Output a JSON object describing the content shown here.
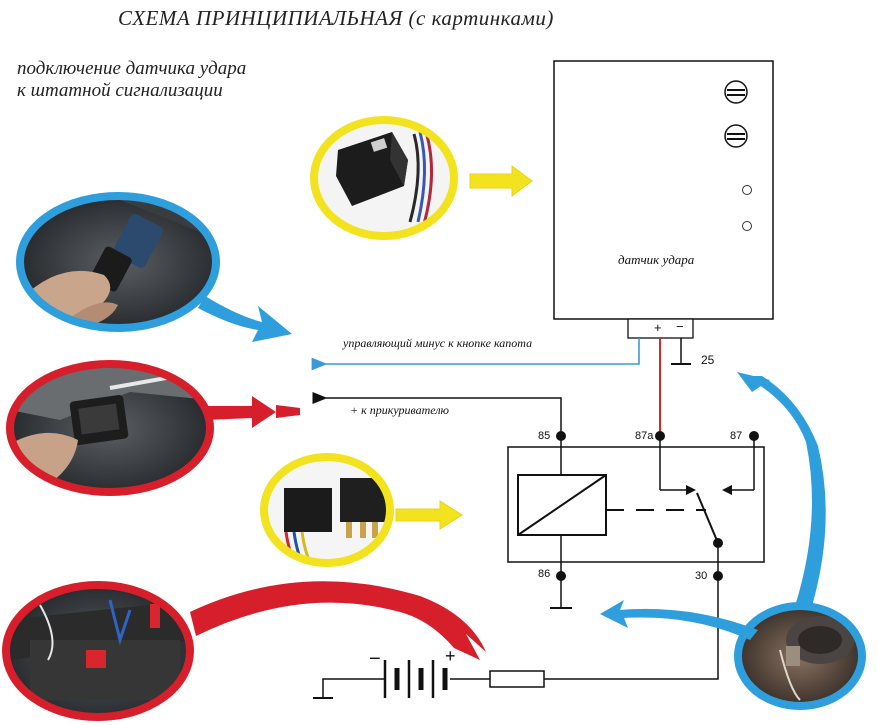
{
  "title": "СХЕМА ПРИНЦИПИАЛЬНАЯ (с картинками)",
  "subtitle": {
    "line1": "подключение датчика удара",
    "line2": "к штатной сигнализации"
  },
  "sensor": {
    "label": "датчик удара",
    "plus": "+",
    "minus": "−"
  },
  "wires": {
    "hood_label": "управляющий минус к кнопке капота",
    "lighter_label": "+ к прикуривателю",
    "ground_number": "25"
  },
  "relay": {
    "pin_85": "85",
    "pin_87a": "87a",
    "pin_87": "87",
    "pin_86": "86",
    "pin_30": "30"
  },
  "battery": {
    "minus": "−",
    "plus": "+"
  },
  "colors": {
    "blue": "#2e9fdc",
    "red": "#d71f2b",
    "yellow": "#f2e31e",
    "wire_blue": "#3a9ad9",
    "wire_red": "#d9262b"
  }
}
